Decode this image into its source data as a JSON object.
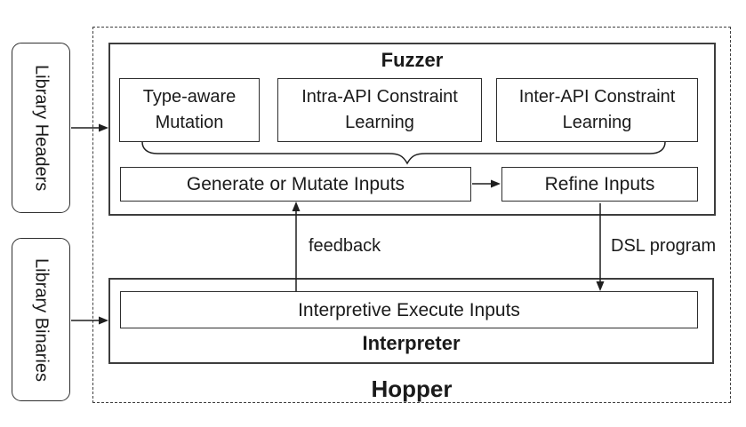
{
  "figure": {
    "hopper_label": "Hopper",
    "library_headers_label": "Library Headers",
    "library_binaries_label": "Library Binaries",
    "fuzzer": {
      "title": "Fuzzer",
      "components": [
        {
          "lines": [
            "Type-aware",
            "Mutation"
          ]
        },
        {
          "lines": [
            "Intra-API Constraint",
            "Learning"
          ]
        },
        {
          "lines": [
            "Inter-API Constraint",
            "Learning"
          ]
        }
      ],
      "generate_box_label": "Generate or Mutate Inputs",
      "refine_box_label": "Refine Inputs"
    },
    "interpreter": {
      "title": "Interpreter",
      "execute_box_label": "Interpretive Execute Inputs"
    },
    "edges": {
      "feedback_label": "feedback",
      "dsl_label": "DSL program"
    },
    "colors": {
      "stroke": "#2e2e2e",
      "text": "#1a1a1a",
      "background": "#ffffff"
    }
  }
}
